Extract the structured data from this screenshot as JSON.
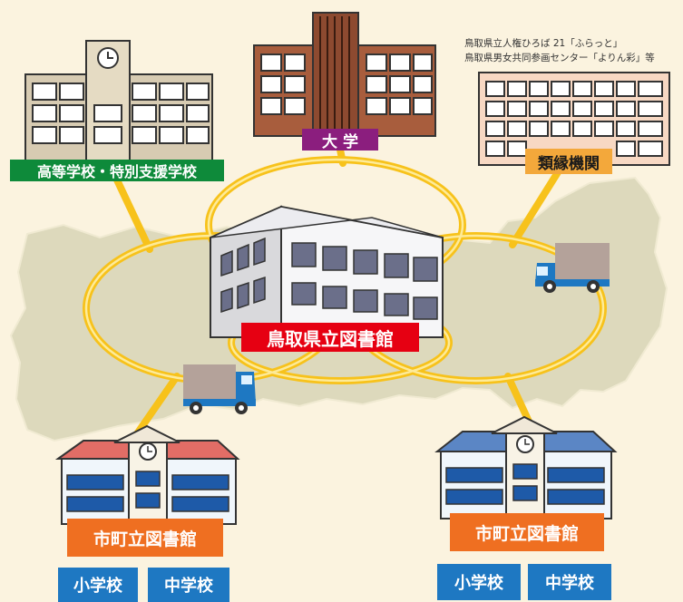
{
  "colors": {
    "background": "#fbf3df",
    "map": "#ddd9bc",
    "ring": "#f7c21b",
    "center_label": "#e60012",
    "university_label": "#8b1e7e",
    "highschool_label": "#0e8a3a",
    "related_label": "#f3a83b",
    "city_library_label": "#ef6f21",
    "school_label": "#1e78c2"
  },
  "center": {
    "label": "鳥取県立図書館"
  },
  "nodes": {
    "highschool": {
      "label": "高等学校・特別支援学校",
      "icon": "school-building-with-clock"
    },
    "university": {
      "label": "大 学",
      "icon": "university-building"
    },
    "related": {
      "label": "類縁機関",
      "icon": "office-building",
      "notes": [
        "鳥取県立人権ひろば 21「ふらっと」",
        "鳥取県男女共同参画センター「よりん彩」等"
      ]
    },
    "city_left": {
      "label": "市町立図書館",
      "icon": "library-building-red-roof",
      "schools": [
        "小学校",
        "中学校"
      ]
    },
    "city_right": {
      "label": "市町立図書館",
      "icon": "library-building-blue-roof",
      "schools": [
        "小学校",
        "中学校"
      ]
    }
  },
  "vehicles": [
    "delivery-truck-icon",
    "delivery-truck-icon"
  ]
}
